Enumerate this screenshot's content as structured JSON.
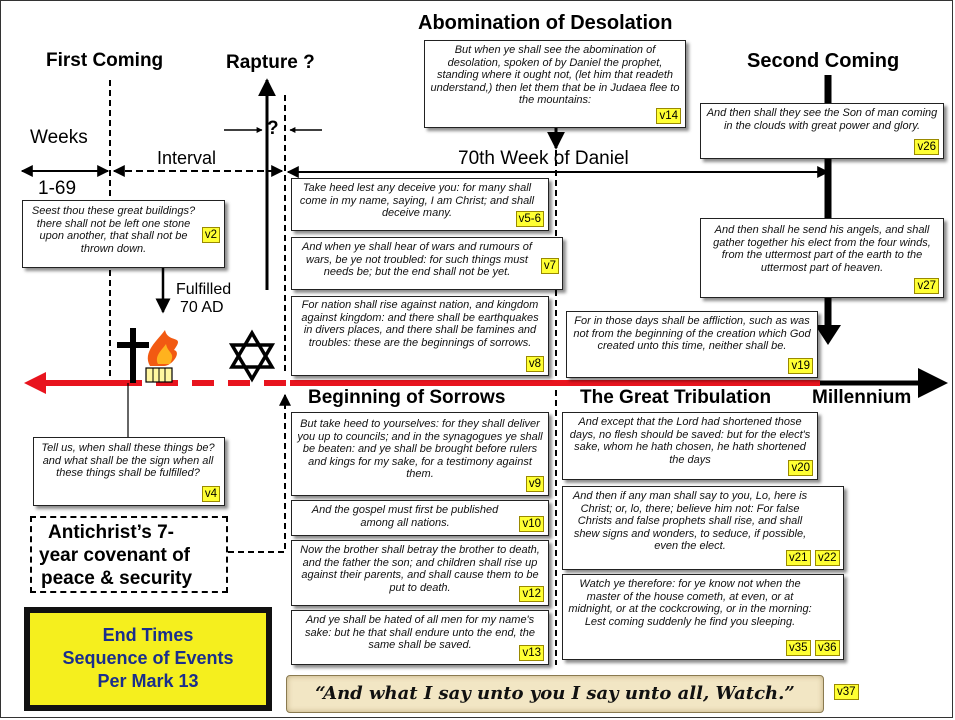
{
  "headers": {
    "abomination": "Abomination of Desolation",
    "first_coming": "First Coming",
    "rapture": "Rapture ?",
    "second_coming": "Second Coming",
    "weeks": "Weeks",
    "weeks_range": "1-69",
    "interval": "Interval",
    "question": "?",
    "seventieth_week": "70th Week of Daniel",
    "fulfilled": "Fulfilled",
    "fulfilled_year": "70 AD",
    "beginning_of_sorrows": "Beginning of Sorrows",
    "great_tribulation": "The Great Tribulation",
    "millennium": "Millennium"
  },
  "covenant": {
    "line1": "Antichrist’s 7-",
    "line2": "year covenant of",
    "line3": "peace & security"
  },
  "title_box": {
    "line1": "End Times",
    "line2": "Sequence of Events",
    "line3": "Per Mark 13"
  },
  "banner": {
    "text": "“And what I say unto you I say unto all, Watch.”",
    "verse": "v37"
  },
  "verses": {
    "v2": {
      "text": "Seest thou these great buildings? there shall not be left one stone upon another, that shall not be thrown down.",
      "label": "v2"
    },
    "v4": {
      "text": "Tell us, when shall these things be? and what shall be the sign when all these things shall be fulfilled?",
      "label": "v4"
    },
    "v14": {
      "text": "But when ye shall see the abomination of desolation, spoken of by Daniel the prophet, standing where it ought not, (let him that readeth understand,) then let them that be in Judaea flee to the mountains:",
      "label": "v14"
    },
    "v26": {
      "text": "And then shall they see the Son of man coming in the clouds with great power and glory.",
      "label": "v26"
    },
    "v27": {
      "text": "And then shall he send his angels, and shall gather together his elect from the four winds, from the uttermost part of the earth to the uttermost part of heaven.",
      "label": "v27"
    },
    "v56": {
      "text": "Take heed lest any deceive you: for many shall come in my name, saying, I am Christ; and shall deceive many.",
      "label": "v5-6"
    },
    "v7": {
      "text": "And when ye shall hear of wars and rumours of wars, be ye not troubled: for such things must needs be; but the end shall not be yet.",
      "label": "v7"
    },
    "v8": {
      "text": "For nation shall rise against nation, and kingdom against kingdom: and there shall be earthquakes in divers places, and there shall be famines and troubles: these are the beginnings of sorrows.",
      "label": "v8"
    },
    "v19": {
      "text": "For in those days shall be affliction, such as was not from the beginning of the creation which God created unto this time, neither shall be.",
      "label": "v19"
    },
    "v9": {
      "text": "But take heed to yourselves: for they shall deliver you up to councils; and in the synagogues ye shall be beaten: and ye shall be brought before rulers and kings for my sake, for a testimony against them.",
      "label": "v9"
    },
    "v10": {
      "text": "And the gospel must first be published among all nations.",
      "label": "v10"
    },
    "v12": {
      "text": "Now the brother shall betray the brother to death, and the father the son; and children shall rise up against their parents, and shall cause them to be put to death.",
      "label": "v12"
    },
    "v13": {
      "text": "And ye shall be hated of all men for my name's sake: but he that shall endure unto the end, the same shall be saved.",
      "label": "v13"
    },
    "v20": {
      "text": "And except that the Lord had shortened those days, no flesh should be saved: but for the elect's sake, whom he hath chosen, he hath shortened the days",
      "label": "v20"
    },
    "v2122": {
      "text": "And then if any man shall say to you, Lo, here is Christ; or, lo, there; believe him not: For false Christs and false prophets shall rise, and shall shew signs and wonders, to seduce, if possible, even the elect.",
      "label": "v21",
      "label2": "v22"
    },
    "v3536": {
      "text": "Watch ye therefore: for ye know not when the master of the house cometh, at even, or at midnight, or at the cockcrowing, or in the morning: Lest coming suddenly he find you sleeping.",
      "label": "v35",
      "label2": "v36"
    }
  },
  "icons": [
    "cross-icon",
    "temple-fire-icon",
    "star-of-david-icon"
  ],
  "colors": {
    "timeline_red": "#e8141e",
    "verse_yellow": "#ffff33",
    "title_yellow": "#f5ef1e",
    "banner_parchment": "#f2e6c4"
  }
}
